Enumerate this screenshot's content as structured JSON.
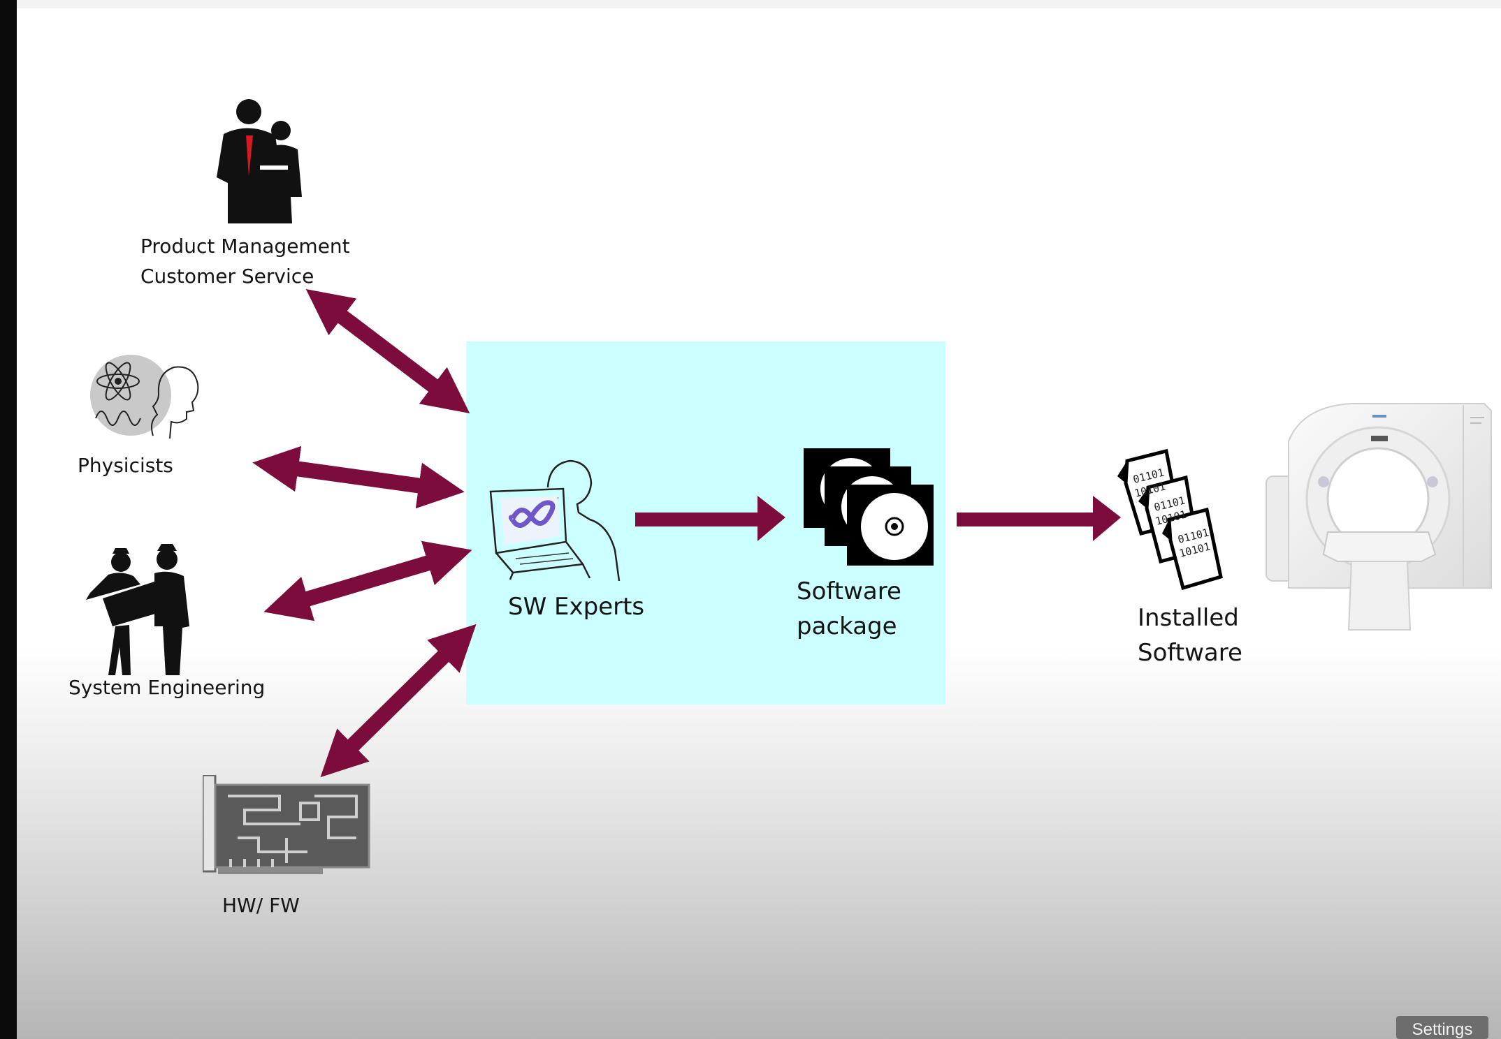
{
  "diagram": {
    "stakeholders": {
      "product": [
        "Product  Management",
        "Customer  Service"
      ],
      "physicists": "Physicists",
      "system_engineering": "System  Engineering",
      "hw_fw": "HW/ FW"
    },
    "center": {
      "sw_experts": "SW Experts",
      "software_package": [
        "Software",
        "package"
      ]
    },
    "output": {
      "installed_software": [
        "Installed",
        "Software"
      ],
      "binary_lines": [
        "01101",
        "10101"
      ]
    },
    "colors": {
      "arrow": "#7b0c3b",
      "box_fill": "#ccffff"
    }
  },
  "player": {
    "settings_label": "Settings"
  }
}
